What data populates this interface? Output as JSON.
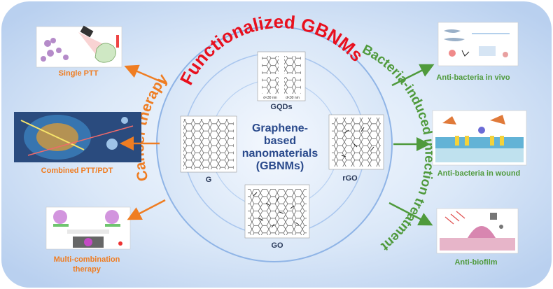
{
  "title_arc": "Functionalized GBNMs",
  "left_arc": "Cancer therapy",
  "right_arc": "Bacteria-induced infection treatment",
  "center_text": [
    "Graphene-",
    "based",
    "nanomaterials",
    "(GBNMs)"
  ],
  "materials": {
    "gqds": {
      "label": "GQDs",
      "size_labels": [
        "d<30 nm",
        "d<30 nm"
      ]
    },
    "g": {
      "label": "G"
    },
    "rgo": {
      "label": "rGO"
    },
    "go": {
      "label": "GO"
    }
  },
  "left_items": [
    {
      "label_lines": [
        "Single PTT"
      ]
    },
    {
      "label_lines": [
        "Combined PTT/PDT"
      ]
    },
    {
      "label_lines": [
        "Multi-combination",
        "therapy"
      ]
    }
  ],
  "right_items": [
    {
      "label_lines": [
        "Anti-bacteria in vivo"
      ]
    },
    {
      "label_lines": [
        "Anti-bacteria in wound"
      ]
    },
    {
      "label_lines": [
        "Anti-biofilm"
      ]
    }
  ],
  "colors": {
    "title_red": "#e8101e",
    "cancer_orange": "#ef7d22",
    "bacteria_green": "#4f9a3c",
    "center_blue": "#2a4a8c",
    "background": "#cfe0f6",
    "ring": "#8fb4e6"
  }
}
